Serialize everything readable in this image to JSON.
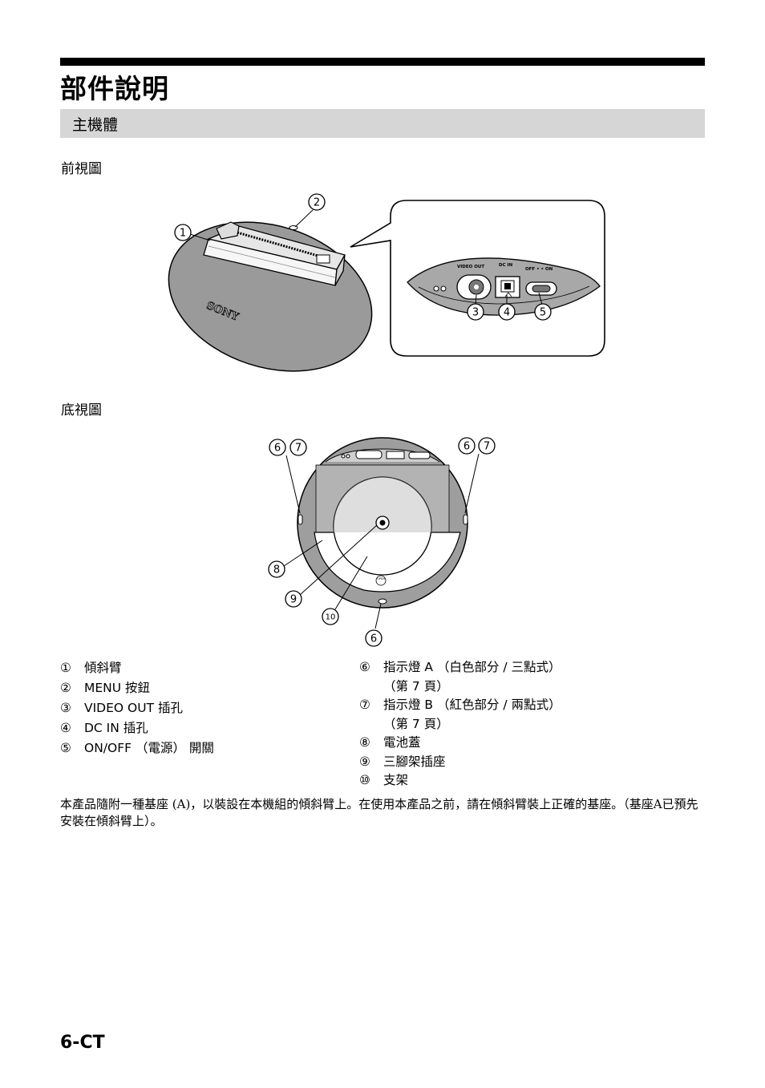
{
  "title": "部件說明",
  "subtitle": "主機體",
  "front_view_label": "前視圖",
  "bottom_view_label": "底視圖",
  "callouts": {
    "c1": "1",
    "c2": "2",
    "c3": "3",
    "c4": "4",
    "c5": "5",
    "c6": "6",
    "c7": "7",
    "c8": "8",
    "c9": "9",
    "c10": "10"
  },
  "device": {
    "brand": "SONY",
    "video_out_label": "VIDEO OUT",
    "dc_in_label": "DC IN",
    "off_on_label": "OFF • • ON",
    "open_label": "OPEN"
  },
  "parts_left": [
    {
      "num": "①",
      "text": "傾斜臂"
    },
    {
      "num": "②",
      "text": "MENU 按鈕"
    },
    {
      "num": "③",
      "text": "VIDEO OUT 插孔"
    },
    {
      "num": "④",
      "text": "DC IN 插孔"
    },
    {
      "num": "⑤",
      "text": "ON/OFF （電源） 開關"
    }
  ],
  "parts_right": [
    {
      "num": "⑥",
      "text": "指示燈 A （白色部分 / 三點式）",
      "cont": "（第 7 頁）"
    },
    {
      "num": "⑦",
      "text": "指示燈 B （紅色部分 / 兩點式）",
      "cont": "（第 7 頁）"
    },
    {
      "num": "⑧",
      "text": "電池蓋"
    },
    {
      "num": "⑨",
      "text": "三腳架插座"
    },
    {
      "num": "⑩",
      "text": "支架"
    }
  ],
  "paragraph": "本產品隨附一種基座 (A)，以裝設在本機組的傾斜臂上。在使用本產品之前，請在傾斜臂裝上正確的基座。（基座A已預先安裝在傾斜臂上）。",
  "page_number": "6-CT"
}
